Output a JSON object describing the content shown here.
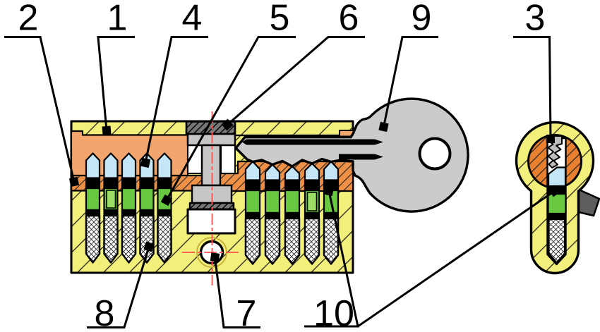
{
  "diagram": {
    "labels": {
      "n1": {
        "text": "1"
      },
      "n2": {
        "text": "2"
      },
      "n3": {
        "text": "3"
      },
      "n4": {
        "text": "4"
      },
      "n5": {
        "text": "5"
      },
      "n6": {
        "text": "6"
      },
      "n7": {
        "text": "7"
      },
      "n8": {
        "text": "8"
      },
      "n9": {
        "text": "9"
      },
      "n10": {
        "text": "10"
      }
    },
    "colors": {
      "housing_yellow": "#F3EF7B",
      "plug_orange": "#F2A66E",
      "plug_hatched_orange": "#EE9147",
      "end_view_plug_orange": "#E8802F",
      "key_pin_blue": "#C4E6F6",
      "driver_pin_green": "#68C840",
      "driver_pin_light_green": "#9ADE66",
      "key_gray": "#CBCBCB",
      "cam_gray": "#C6C6C6",
      "dark_gray": "#6E6E6E",
      "centerline_red": "#FF5252",
      "outline": "#000000",
      "background": "#FFFFFF"
    }
  }
}
